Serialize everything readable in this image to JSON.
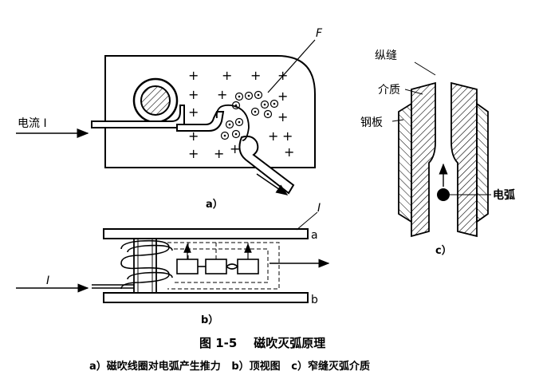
{
  "diagram_a": {
    "label_current": "电流 I",
    "label_force": "F",
    "sub_label": "a）"
  },
  "diagram_b": {
    "label_I_left": "I",
    "label_I_top": "I",
    "label_a": "a",
    "label_b": "b",
    "sub_label": "b）"
  },
  "diagram_c": {
    "label_slit": "纵缝",
    "label_medium": "介质",
    "label_plate": "钢板",
    "label_arc": "电弧",
    "sub_label": "c）"
  },
  "caption": {
    "title": "图 1-5    磁吹灭弧原理",
    "subtitle": "a）磁吹线圈对电弧产生推力   b）顶视图   c）窄缝灭弧介质"
  }
}
